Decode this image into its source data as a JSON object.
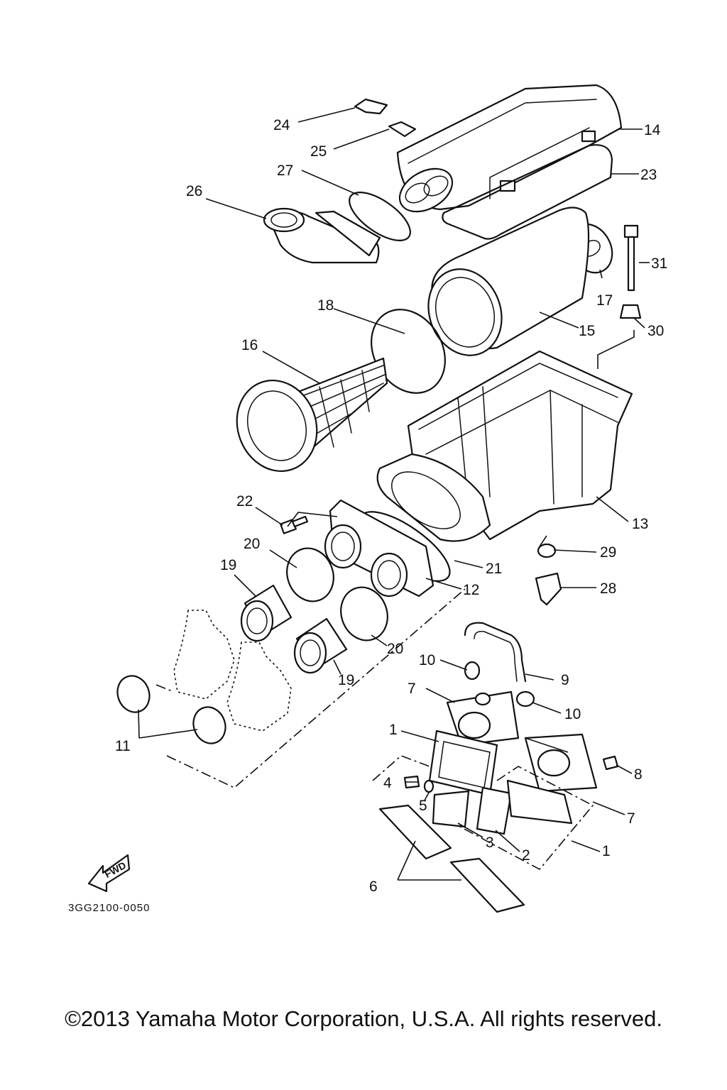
{
  "diagram": {
    "labels": [
      "1",
      "2",
      "3",
      "4",
      "5",
      "6",
      "7",
      "8",
      "9",
      "10",
      "11",
      "12",
      "13",
      "14",
      "15",
      "16",
      "17",
      "18",
      "19",
      "20",
      "21",
      "22",
      "23",
      "24",
      "25",
      "26",
      "27",
      "28",
      "29",
      "30",
      "31"
    ],
    "drawing_code": "3GG2100-0050",
    "fwd_label": "FWD"
  },
  "footer": {
    "copyright": "©2013 Yamaha Motor Corporation, U.S.A. All rights reserved."
  }
}
